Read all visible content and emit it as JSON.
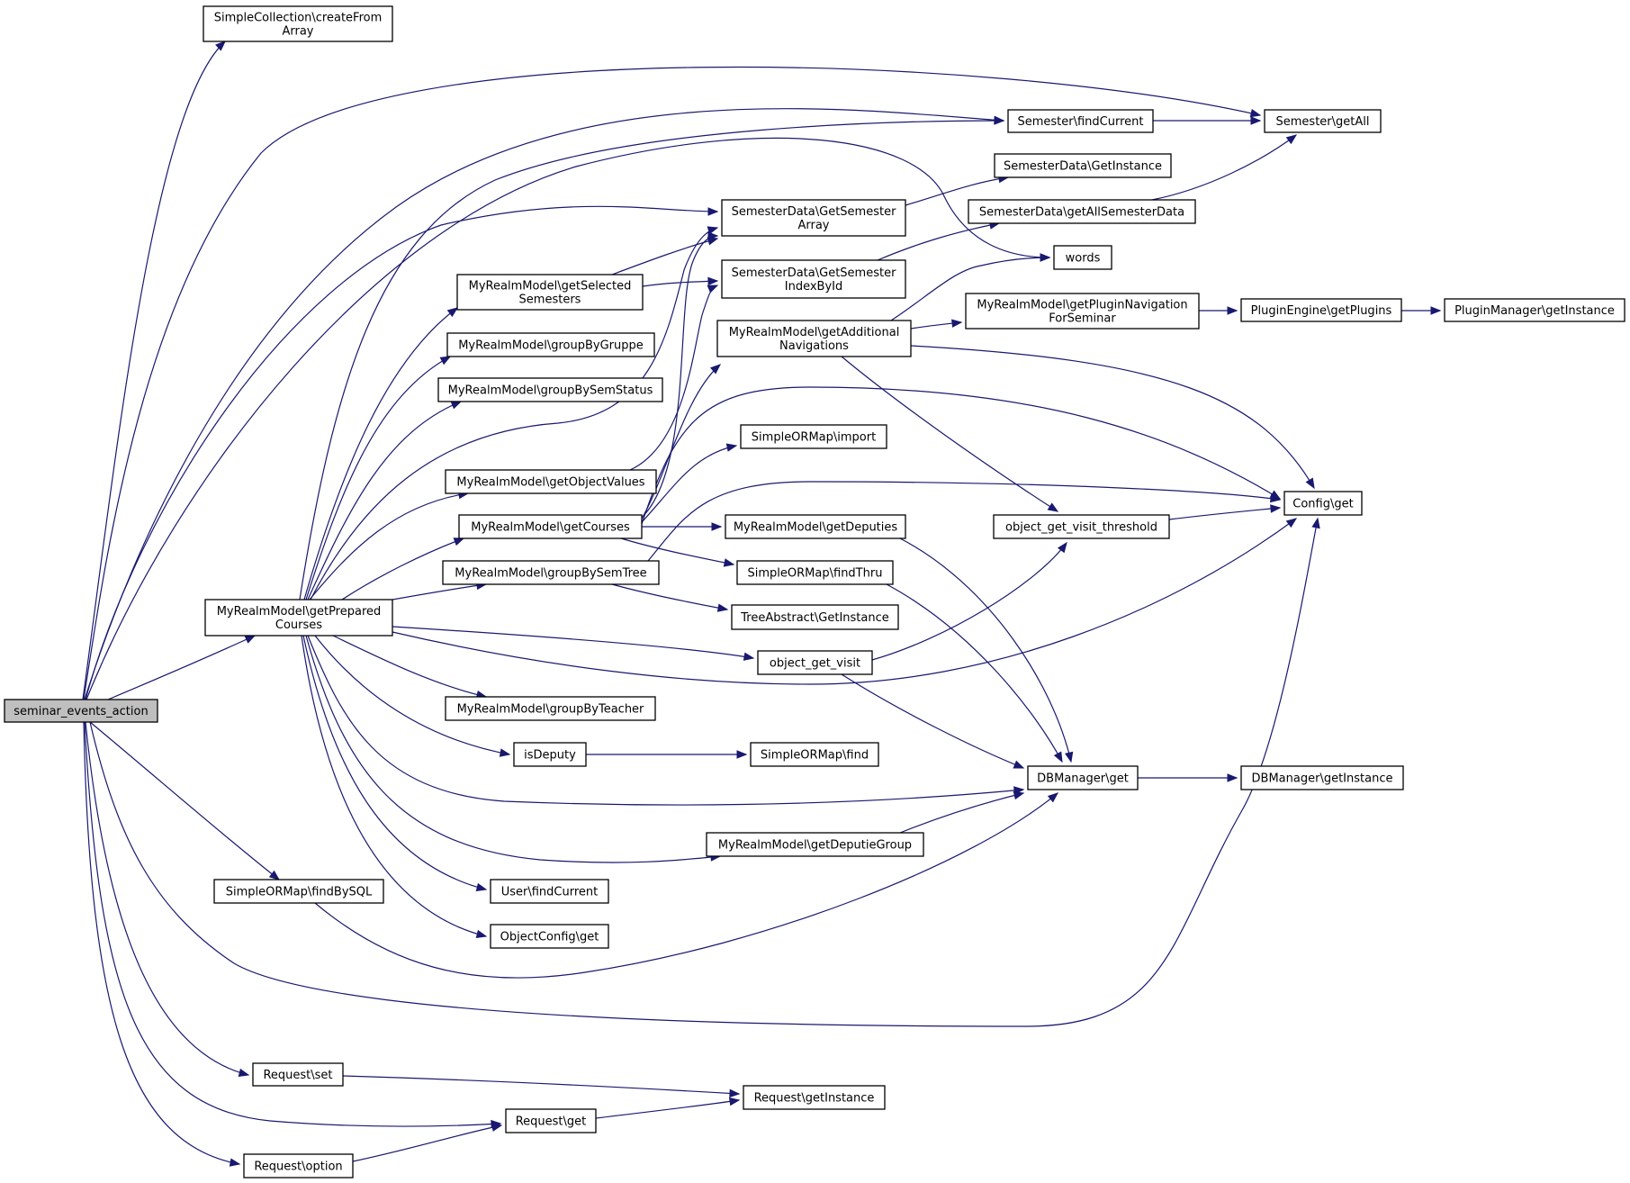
{
  "colors": {
    "edge": "#191970",
    "node_border": "#000000",
    "root_fill": "#bfbfbf",
    "node_fill": "#ffffff"
  },
  "nodes": [
    {
      "id": "root",
      "lines": [
        "seminar_events_action"
      ],
      "root": true
    },
    {
      "id": "scFromArr",
      "lines": [
        "SimpleCollection\\createFrom",
        "Array"
      ]
    },
    {
      "id": "semFindCur",
      "lines": [
        "Semester\\findCurrent"
      ]
    },
    {
      "id": "semGetAll",
      "lines": [
        "Semester\\getAll"
      ]
    },
    {
      "id": "sdGetInst",
      "lines": [
        "SemesterData\\GetInstance"
      ]
    },
    {
      "id": "sdGetSemArr",
      "lines": [
        "SemesterData\\GetSemester",
        "Array"
      ]
    },
    {
      "id": "sdGetAllSem",
      "lines": [
        "SemesterData\\getAllSemesterData"
      ]
    },
    {
      "id": "words",
      "lines": [
        "words"
      ]
    },
    {
      "id": "mrmSelSem",
      "lines": [
        "MyRealmModel\\getSelected",
        "Semesters"
      ]
    },
    {
      "id": "sdIdxById",
      "lines": [
        "SemesterData\\GetSemester",
        "IndexById"
      ]
    },
    {
      "id": "mrmAddNav",
      "lines": [
        "MyRealmModel\\getAdditional",
        "Navigations"
      ]
    },
    {
      "id": "mrmPlugNav",
      "lines": [
        "MyRealmModel\\getPluginNavigation",
        "ForSeminar"
      ]
    },
    {
      "id": "peGetPlugins",
      "lines": [
        "PluginEngine\\getPlugins"
      ]
    },
    {
      "id": "pmGetInst",
      "lines": [
        "PluginManager\\getInstance"
      ]
    },
    {
      "id": "mrmGroupGruppe",
      "lines": [
        "MyRealmModel\\groupByGruppe"
      ]
    },
    {
      "id": "mrmGroupSemStatus",
      "lines": [
        "MyRealmModel\\groupBySemStatus"
      ]
    },
    {
      "id": "ormImport",
      "lines": [
        "SimpleORMap\\import"
      ]
    },
    {
      "id": "mrmObjVals",
      "lines": [
        "MyRealmModel\\getObjectValues"
      ]
    },
    {
      "id": "mrmGetCourses",
      "lines": [
        "MyRealmModel\\getCourses"
      ]
    },
    {
      "id": "mrmDeputies",
      "lines": [
        "MyRealmModel\\getDeputies"
      ]
    },
    {
      "id": "ogvThreshold",
      "lines": [
        "object_get_visit_threshold"
      ]
    },
    {
      "id": "configGet",
      "lines": [
        "Config\\get"
      ]
    },
    {
      "id": "mrmSemTree",
      "lines": [
        "MyRealmModel\\groupBySemTree"
      ]
    },
    {
      "id": "ormFindThru",
      "lines": [
        "SimpleORMap\\findThru"
      ]
    },
    {
      "id": "mrmPrepCourses",
      "lines": [
        "MyRealmModel\\getPrepared",
        "Courses"
      ]
    },
    {
      "id": "treeGetInst",
      "lines": [
        "TreeAbstract\\GetInstance"
      ]
    },
    {
      "id": "ogVisit",
      "lines": [
        "object_get_visit"
      ]
    },
    {
      "id": "mrmByTeacher",
      "lines": [
        "MyRealmModel\\groupByTeacher"
      ]
    },
    {
      "id": "isDeputy",
      "lines": [
        "isDeputy"
      ]
    },
    {
      "id": "ormFind",
      "lines": [
        "SimpleORMap\\find"
      ]
    },
    {
      "id": "dbGet",
      "lines": [
        "DBManager\\get"
      ]
    },
    {
      "id": "dbGetInst",
      "lines": [
        "DBManager\\getInstance"
      ]
    },
    {
      "id": "mrmDepGroup",
      "lines": [
        "MyRealmModel\\getDeputieGroup"
      ]
    },
    {
      "id": "ormFindBySQL",
      "lines": [
        "SimpleORMap\\findBySQL"
      ]
    },
    {
      "id": "userFindCur",
      "lines": [
        "User\\findCurrent"
      ]
    },
    {
      "id": "objCfgGet",
      "lines": [
        "ObjectConfig\\get"
      ]
    },
    {
      "id": "reqSet",
      "lines": [
        "Request\\set"
      ]
    },
    {
      "id": "reqGetInst",
      "lines": [
        "Request\\getInstance"
      ]
    },
    {
      "id": "reqGet",
      "lines": [
        "Request\\get"
      ]
    },
    {
      "id": "reqOption",
      "lines": [
        "Request\\option"
      ]
    }
  ],
  "edges": [
    [
      "root",
      "scFromArr"
    ],
    [
      "root",
      "semGetAll"
    ],
    [
      "root",
      "semFindCur"
    ],
    [
      "root",
      "sdGetSemArr"
    ],
    [
      "root",
      "words"
    ],
    [
      "root",
      "mrmPrepCourses"
    ],
    [
      "root",
      "ormFindBySQL"
    ],
    [
      "root",
      "configGet"
    ],
    [
      "root",
      "reqSet"
    ],
    [
      "root",
      "reqGet"
    ],
    [
      "root",
      "reqOption"
    ],
    [
      "semFindCur",
      "semGetAll"
    ],
    [
      "sdGetSemArr",
      "sdGetInst"
    ],
    [
      "sdGetAllSem",
      "semGetAll"
    ],
    [
      "mrmSelSem",
      "sdGetSemArr"
    ],
    [
      "mrmSelSem",
      "sdIdxById"
    ],
    [
      "sdIdxById",
      "sdGetAllSem"
    ],
    [
      "mrmAddNav",
      "words"
    ],
    [
      "mrmAddNav",
      "mrmPlugNav"
    ],
    [
      "mrmAddNav",
      "configGet"
    ],
    [
      "mrmAddNav",
      "ogvThreshold"
    ],
    [
      "mrmPlugNav",
      "peGetPlugins"
    ],
    [
      "peGetPlugins",
      "pmGetInst"
    ],
    [
      "mrmObjVals",
      "sdIdxById"
    ],
    [
      "mrmGetCourses",
      "sdGetSemArr"
    ],
    [
      "mrmGetCourses",
      "mrmAddNav"
    ],
    [
      "mrmGetCourses",
      "ormImport"
    ],
    [
      "mrmGetCourses",
      "configGet"
    ],
    [
      "mrmGetCourses",
      "mrmDeputies"
    ],
    [
      "mrmGetCourses",
      "ormFindThru"
    ],
    [
      "mrmSemTree",
      "configGet"
    ],
    [
      "mrmSemTree",
      "treeGetInst"
    ],
    [
      "mrmPrepCourses",
      "semFindCur"
    ],
    [
      "mrmPrepCourses",
      "mrmSelSem"
    ],
    [
      "mrmPrepCourses",
      "mrmGroupGruppe"
    ],
    [
      "mrmPrepCourses",
      "mrmGroupSemStatus"
    ],
    [
      "mrmPrepCourses",
      "mrmObjVals"
    ],
    [
      "mrmPrepCourses",
      "mrmGetCourses"
    ],
    [
      "mrmPrepCourses",
      "mrmSemTree"
    ],
    [
      "mrmPrepCourses",
      "ogVisit"
    ],
    [
      "mrmPrepCourses",
      "configGet"
    ],
    [
      "mrmPrepCourses",
      "mrmByTeacher"
    ],
    [
      "mrmPrepCourses",
      "isDeputy"
    ],
    [
      "mrmPrepCourses",
      "dbGet"
    ],
    [
      "mrmPrepCourses",
      "mrmDepGroup"
    ],
    [
      "mrmPrepCourses",
      "userFindCur"
    ],
    [
      "mrmPrepCourses",
      "objCfgGet"
    ],
    [
      "mrmPrepCourses",
      "sdGetSemArr"
    ],
    [
      "mrmDeputies",
      "dbGet"
    ],
    [
      "ormFindThru",
      "dbGet"
    ],
    [
      "ogVisit",
      "ogvThreshold"
    ],
    [
      "ogVisit",
      "dbGet"
    ],
    [
      "ogvThreshold",
      "configGet"
    ],
    [
      "isDeputy",
      "ormFind"
    ],
    [
      "mrmDepGroup",
      "dbGet"
    ],
    [
      "dbGet",
      "dbGetInst"
    ],
    [
      "ormFindBySQL",
      "dbGet"
    ],
    [
      "reqSet",
      "reqGetInst"
    ],
    [
      "reqGet",
      "reqGetInst"
    ],
    [
      "reqOption",
      "reqGet"
    ]
  ]
}
